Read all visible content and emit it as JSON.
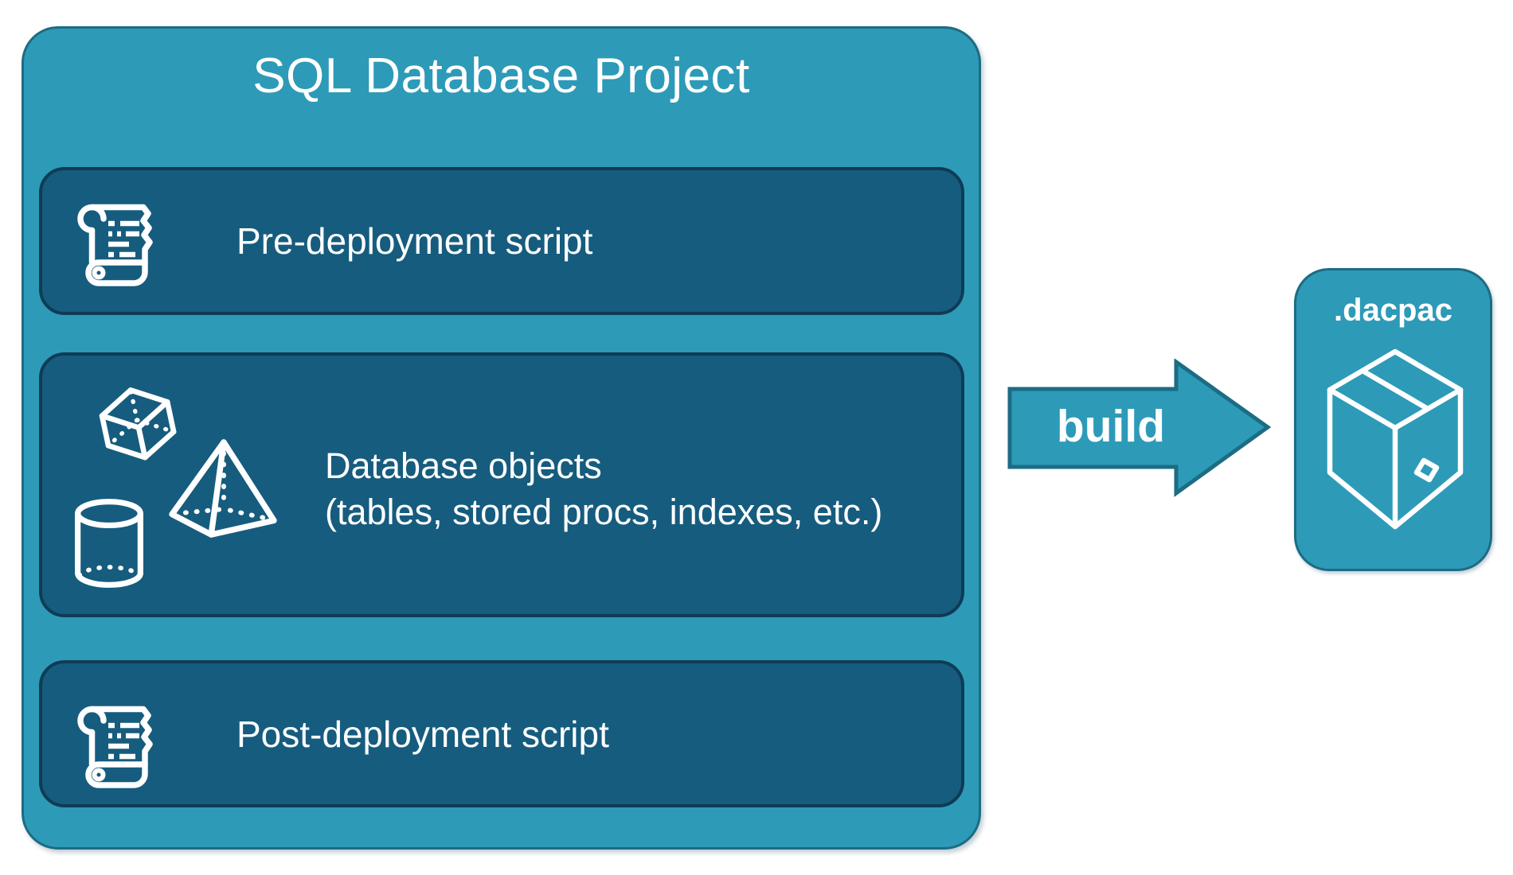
{
  "project": {
    "title": "SQL Database Project",
    "items": [
      {
        "label": "Pre-deployment script",
        "icon": "scroll-icon"
      },
      {
        "label_line1": "Database objects",
        "label_line2": "(tables, stored procs, indexes, etc.)",
        "icons": [
          "cube-icon",
          "pyramid-icon",
          "cylinder-icon"
        ]
      },
      {
        "label": "Post-deployment script",
        "icon": "scroll-icon"
      }
    ]
  },
  "build": {
    "label": "build",
    "icon": "arrow-right-icon"
  },
  "dacpac": {
    "label": ".dacpac",
    "icon": "package-icon"
  },
  "colors": {
    "panel_fill": "#2D9AB8",
    "panel_border": "#1C6C83",
    "item_fill": "#165C7E",
    "item_border": "#0E3C55",
    "text": "#FFFFFF"
  }
}
